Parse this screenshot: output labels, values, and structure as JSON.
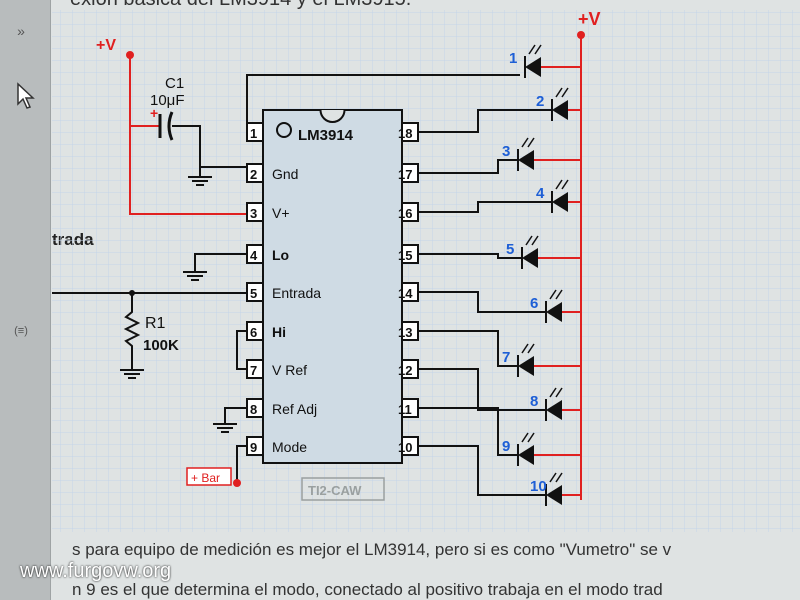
{
  "page": {
    "heading": "exión básica del LM3914 y el LM3915.",
    "entrada_label": "trada",
    "paragraph_1": "s para equipo de medición es mejor el LM3914, pero si es como \"Vumetro\" se v",
    "paragraph_2": "n 9 es el que determina el modo, conectado al positivo trabaja en el modo trad",
    "watermark": "www.furgovw.org"
  },
  "sidebar": {
    "expand_glyph": "»",
    "list_glyph": "(≡)"
  },
  "schematic": {
    "ic_name": "LM3914",
    "left_pins": [
      {
        "num": "1",
        "label": ""
      },
      {
        "num": "2",
        "label": "Gnd"
      },
      {
        "num": "3",
        "label": "V+"
      },
      {
        "num": "4",
        "label": "Lo"
      },
      {
        "num": "5",
        "label": "Entrada"
      },
      {
        "num": "6",
        "label": "Hi"
      },
      {
        "num": "7",
        "label": "V Ref"
      },
      {
        "num": "8",
        "label": "Ref Adj"
      },
      {
        "num": "9",
        "label": "Mode"
      }
    ],
    "right_pins": [
      "18",
      "17",
      "16",
      "15",
      "14",
      "13",
      "12",
      "11",
      "10"
    ],
    "led_labels": [
      "1",
      "2",
      "3",
      "4",
      "5",
      "6",
      "7",
      "8",
      "9",
      "10"
    ],
    "supply_label_left": "+V",
    "supply_label_right": "+V",
    "capacitor_name": "C1",
    "capacitor_value": "10μF",
    "resistor_name": "R1",
    "resistor_value": "100K",
    "bar_label": "+ Bar",
    "credit": "TI2-CAW",
    "colors": {
      "wire": "#111111",
      "supply": "#e02020",
      "led_number": "#1e5fd6",
      "ic_fill": "#cfdbe4",
      "grid": "#c4d4e8"
    }
  }
}
